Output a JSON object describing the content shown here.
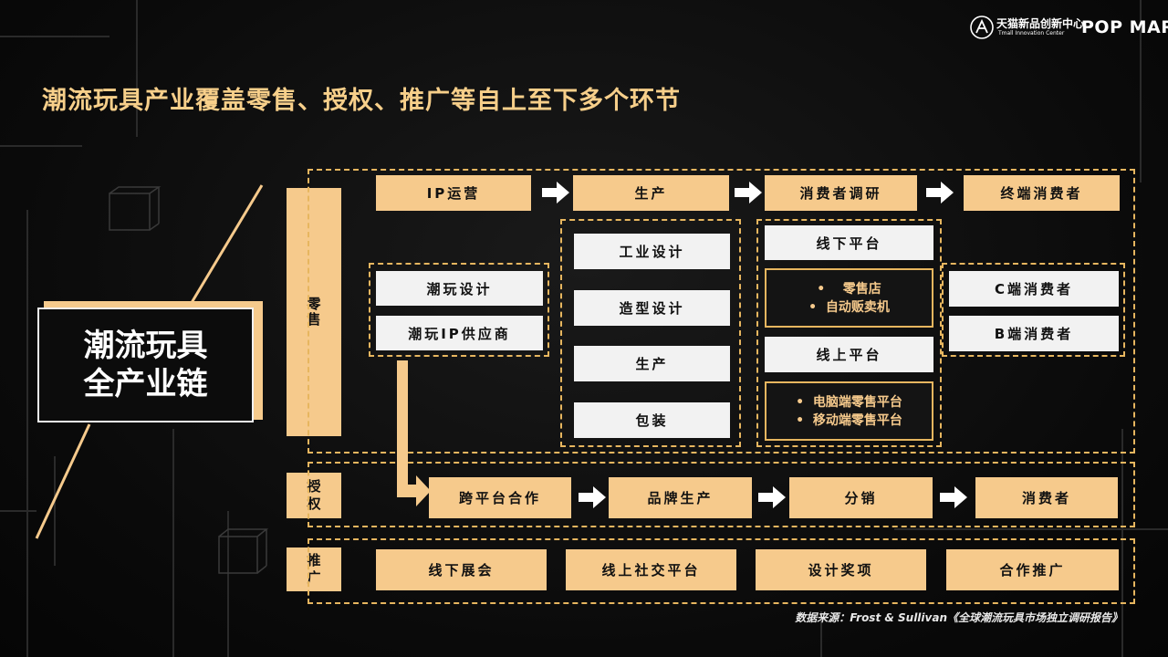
{
  "header": {
    "tmall_cn": "天猫新品创新中心",
    "tmall_en": "Tmall Innovation Center",
    "brand": "POP MART"
  },
  "title": "潮流玩具产业覆盖零售、授权、推广等自上至下多个环节",
  "main_label": {
    "line1": "潮流玩具",
    "line2": "全产业链"
  },
  "categories": {
    "retail": "零售",
    "license_1": "授",
    "license_2": "权",
    "promo_1": "推",
    "promo_2": "广"
  },
  "retail": {
    "top_row": [
      "IP运营",
      "生产",
      "消费者调研",
      "终端消费者"
    ],
    "design_group": [
      "潮玩设计",
      "潮玩IP供应商"
    ],
    "production_group": [
      "工业设计",
      "造型设计",
      "生产",
      "包装"
    ],
    "channel_group": {
      "offline_title": "线下平台",
      "offline_items": [
        "零售店",
        "自动贩卖机"
      ],
      "online_title": "线上平台",
      "online_items": [
        "电脑端零售平台",
        "移动端零售平台"
      ]
    },
    "consumer_group": [
      "C端消费者",
      "B端消费者"
    ]
  },
  "license_row": [
    "跨平台合作",
    "品牌生产",
    "分销",
    "消费者"
  ],
  "promo_row": [
    "线下展会",
    "线上社交平台",
    "设计奖项",
    "合作推广"
  ],
  "source": "数据来源：Frost & Sullivan《全球潮流玩具市场独立调研报告》",
  "colors": {
    "accent": "#f6ca8c",
    "dash": "#e7b65f",
    "background": "#0b0b0b"
  }
}
